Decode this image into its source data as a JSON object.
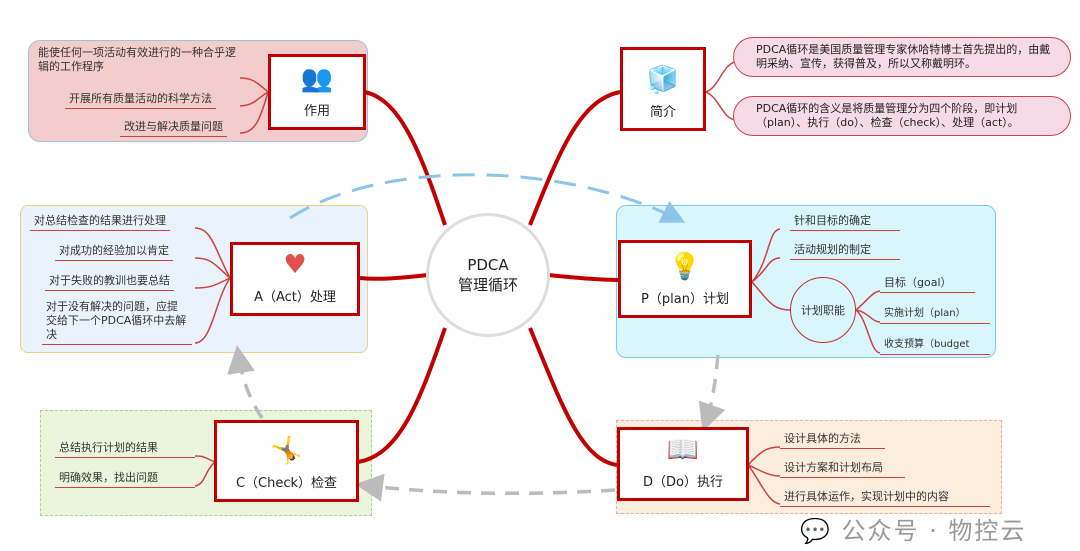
{
  "center": {
    "line1": "PDCA",
    "line2": "管理循环"
  },
  "role": {
    "label": "作用",
    "items": [
      "能使任何一项活动有效进行的一种合乎逻辑的工作程序",
      "开展所有质量活动的科学方法",
      "改进与解决质量问题"
    ]
  },
  "intro": {
    "label": "简介",
    "items": [
      "PDCA循环是美国质量管理专家休哈特博士首先提出的，由戴明采纳、宣传，获得普及，所以又称戴明环。",
      "PDCA循环的含义是将质量管理分为四个阶段，即计划（plan）、执行（do）、检查（check）、处理（act）。"
    ]
  },
  "act": {
    "label": "A（Act）处理",
    "items": [
      "对总结检查的结果进行处理",
      "对成功的经验加以肯定",
      "对于失败的教训也要总结",
      "对于没有解决的问题，应提交给下一个PDCA循环中去解决"
    ]
  },
  "plan": {
    "label": "P（plan）计划",
    "items": [
      "针和目标的确定",
      "活动规划的制定"
    ],
    "sub": {
      "label": "计划职能",
      "items": [
        "目标（goal）",
        "实施计划（plan）",
        "收支预算（budget"
      ]
    }
  },
  "check": {
    "label": "C（Check）检查",
    "items": [
      "总结执行计划的结果",
      "明确效果，找出问题"
    ]
  },
  "do": {
    "label": "D（Do）执行",
    "items": [
      "设计具体的方法",
      "设计方案和计划布局",
      "进行具体运作，实现计划中的内容"
    ]
  },
  "watermark": "公众号 · 物控云"
}
